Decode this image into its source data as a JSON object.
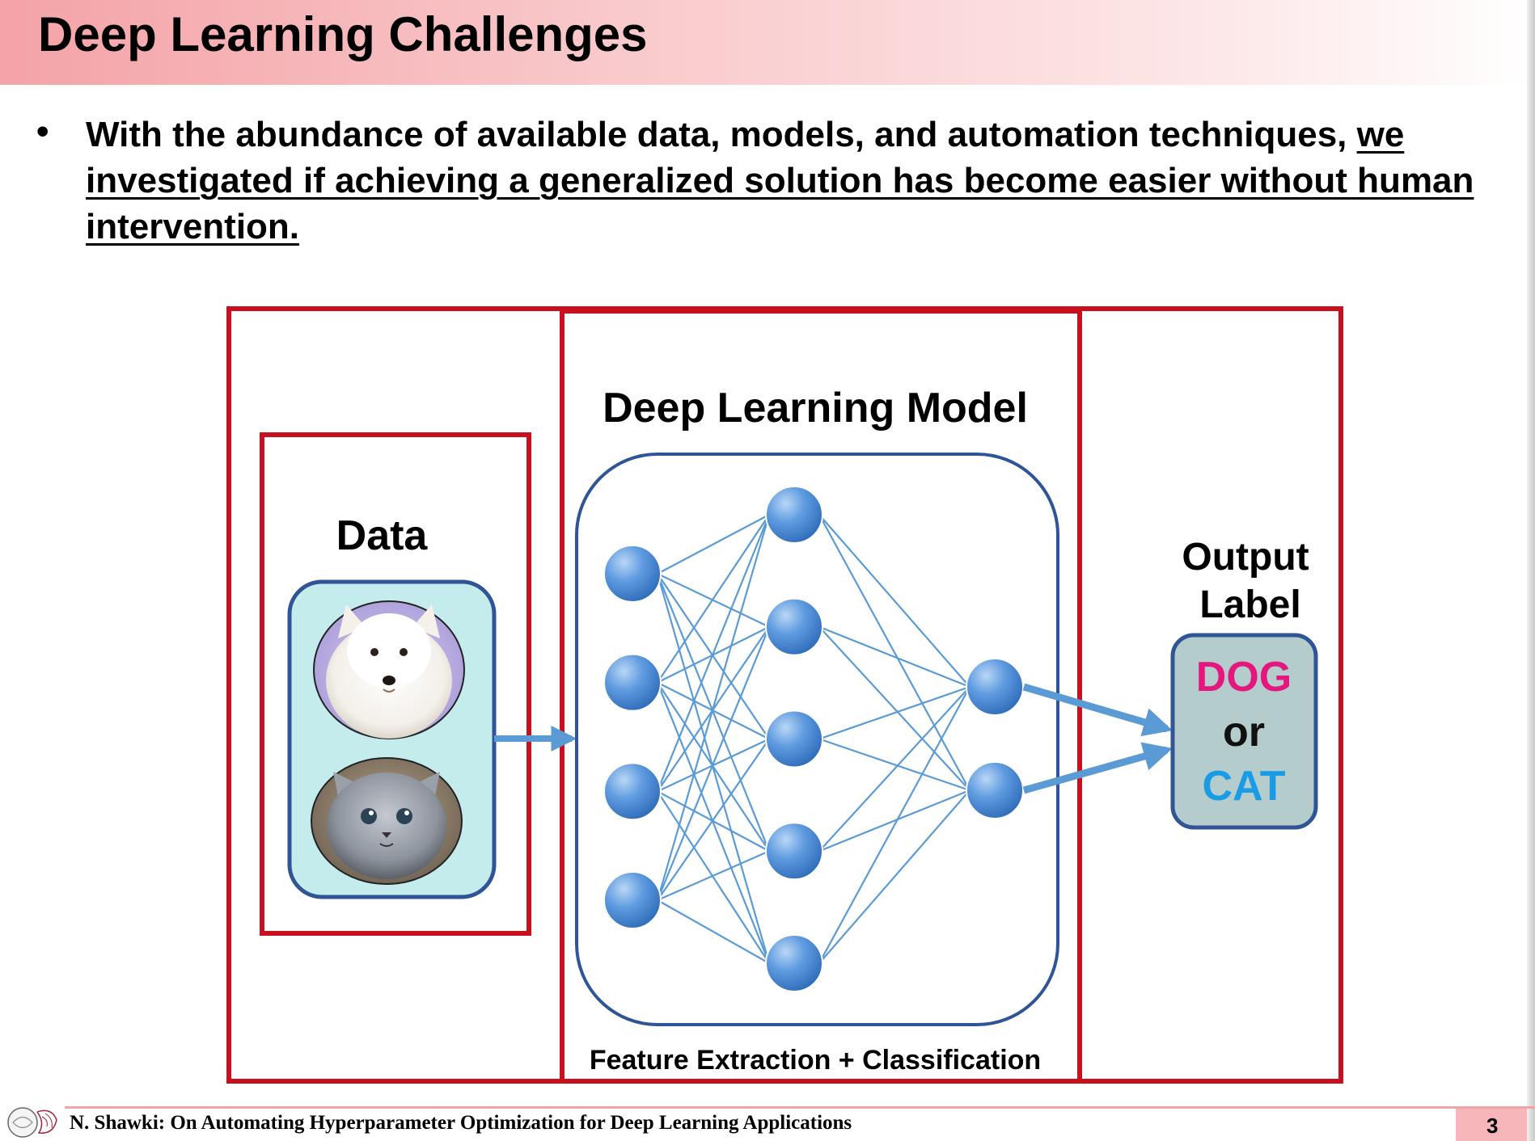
{
  "slide": {
    "title": "Deep Learning Challenges",
    "bullet_marker": "•",
    "bullet_plain": "With the abundance of available data, models, and automation techniques, ",
    "bullet_emphasis": "we investigated if achieving a generalized solution has become easier without human intervention."
  },
  "diagram": {
    "data_label": "Data",
    "model_title": "Deep Learning Model",
    "model_caption": "Feature Extraction + Classification",
    "output_label_line1": "Output",
    "output_label_line2": "Label",
    "output_dog": "DOG",
    "output_or": "or",
    "output_cat": "CAT",
    "layers": [
      4,
      5,
      2
    ],
    "colors": {
      "frame_red": "#c8101e",
      "box_blue": "#2f5597",
      "data_box_fill": "#c5ecec",
      "output_box_fill": "#b4cccc",
      "node_blue": "#4f8fd6",
      "connection_blue": "#5b9bd5",
      "dog_pink": "#e5177f",
      "cat_blue": "#1a9be6"
    }
  },
  "footer": {
    "citation": "N. Shawki: On Automating Hyperparameter Optimization for Deep Learning Applications",
    "page_number": "3"
  }
}
